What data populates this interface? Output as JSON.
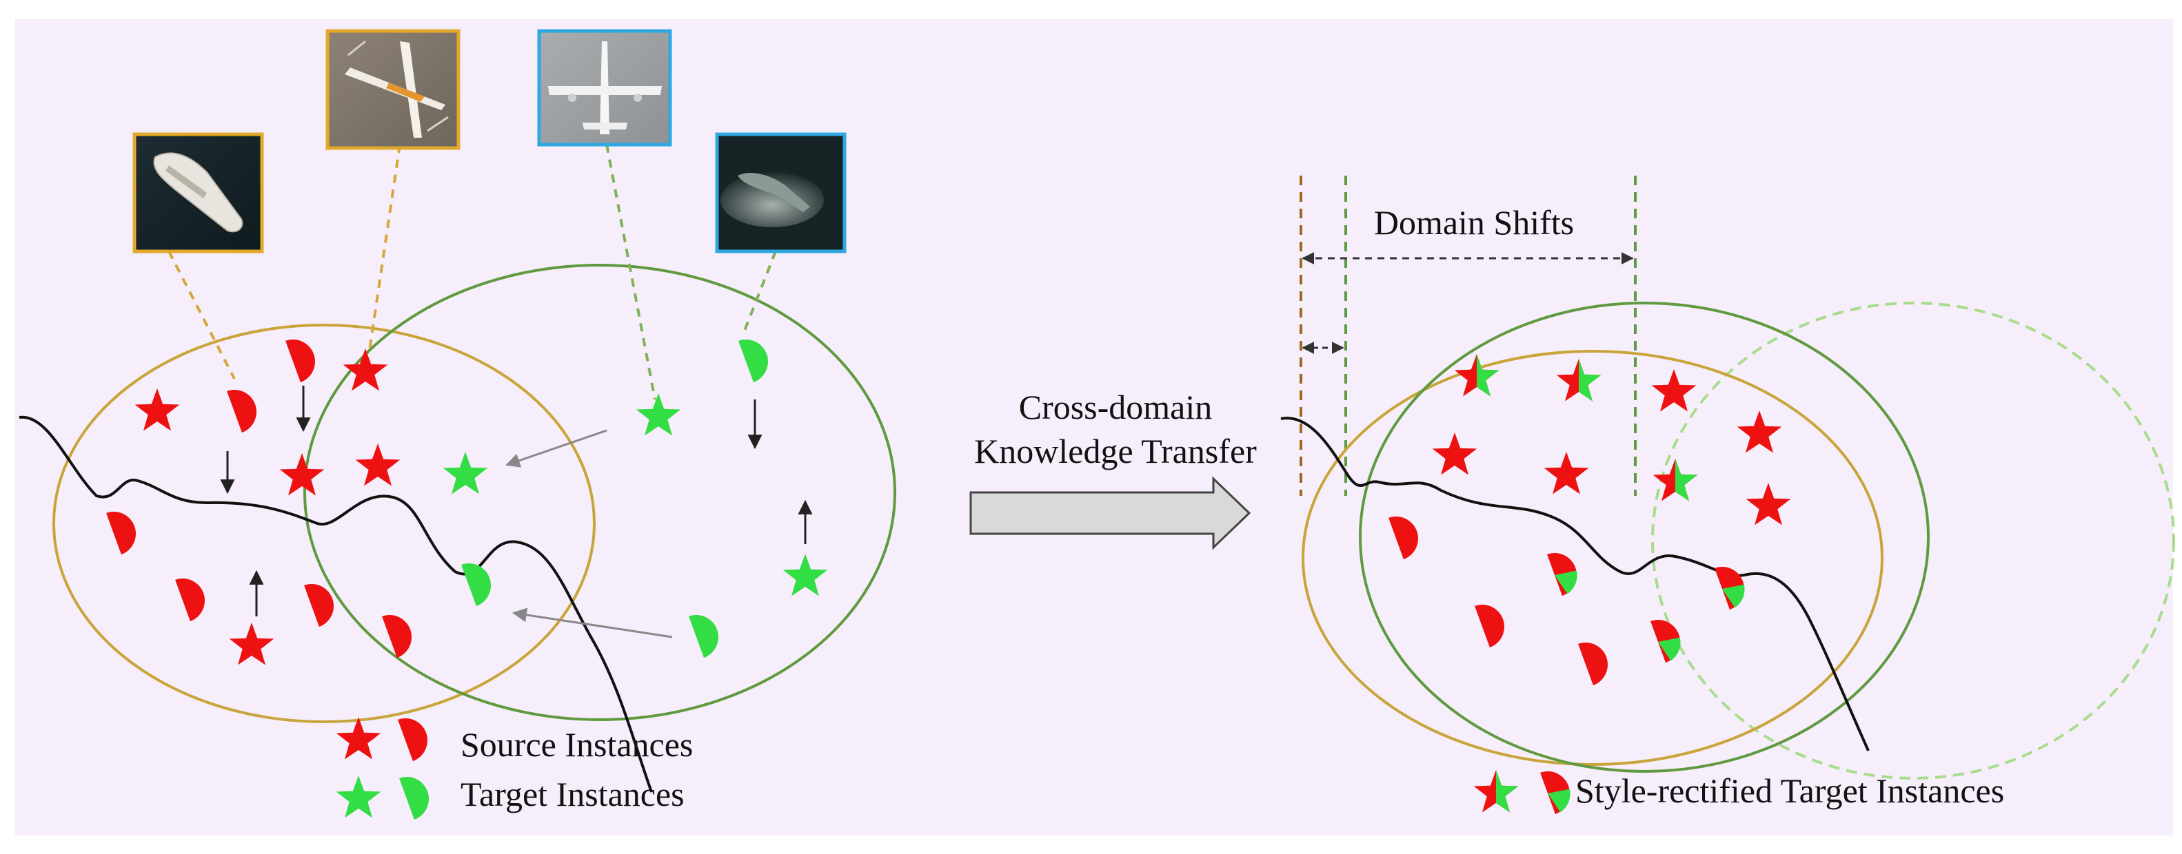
{
  "transfer": {
    "line1": "Cross-domain",
    "line2": "Knowledge Transfer"
  },
  "domain_shifts": {
    "label": "Domain Shifts"
  },
  "legend": {
    "source": "Source Instances",
    "target": "Target  Instances",
    "rectified": "Style-rectified Target Instances"
  },
  "thumbnails": [
    {
      "name": "source-ship-thumbnail",
      "domain": "source",
      "subject": "ship"
    },
    {
      "name": "source-airplane-thumbnail",
      "domain": "source",
      "subject": "airplane"
    },
    {
      "name": "target-airplane-thumbnail",
      "domain": "target",
      "subject": "airplane"
    },
    {
      "name": "target-ship-thumbnail",
      "domain": "target",
      "subject": "ship"
    }
  ],
  "colors": {
    "background": "#f6eefa",
    "source": "#ee1111",
    "target": "#33dd44",
    "source_boundary": "#c9a43a",
    "target_boundary": "#5f9a40",
    "source_frame": "#e2a92a",
    "target_frame": "#2ea8e0",
    "shifted_boundary": "#a9dc8c",
    "arrow_fill": "#d9d9d9"
  }
}
